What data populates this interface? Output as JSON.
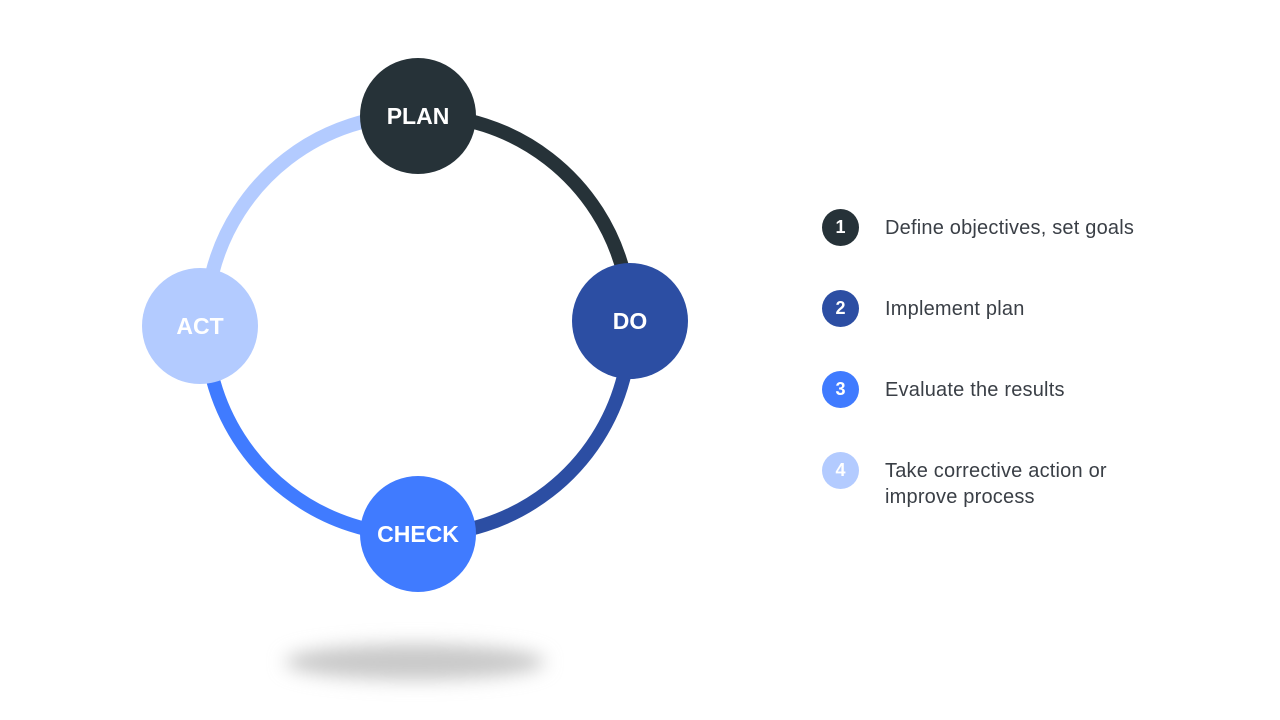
{
  "diagram": {
    "nodes": [
      {
        "id": "plan",
        "label": "PLAN",
        "color": "#263238"
      },
      {
        "id": "do",
        "label": "DO",
        "color": "#2c4ea3"
      },
      {
        "id": "check",
        "label": "CHECK",
        "color": "#407bff"
      },
      {
        "id": "act",
        "label": "ACT",
        "color": "#b3cbff"
      }
    ]
  },
  "legend": {
    "items": [
      {
        "number": "1",
        "text": "Define objectives, set goals",
        "color": "#263238"
      },
      {
        "number": "2",
        "text": "Implement plan",
        "color": "#2c4ea3"
      },
      {
        "number": "3",
        "text": "Evaluate the results",
        "color": "#407bff"
      },
      {
        "number": "4",
        "text": "Take corrective action or improve process",
        "color": "#b3cbff"
      }
    ]
  }
}
